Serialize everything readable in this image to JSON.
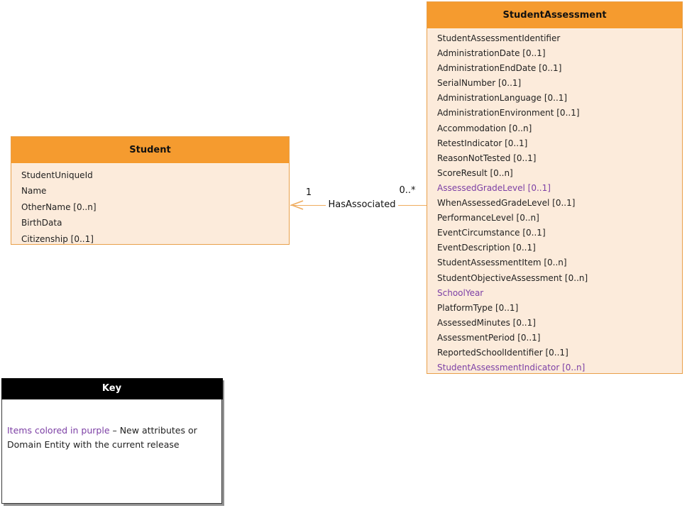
{
  "colors": {
    "header_orange": "#F59B2F",
    "border_orange": "#E9A04A",
    "body_fill": "#FCEBDB",
    "connector_orange": "#EFAC5F",
    "purple": "#7C3FA5",
    "key_header_bg": "#000000",
    "key_text_color": "#ffffff"
  },
  "entities": {
    "student": {
      "title": "Student",
      "attributes": [
        {
          "label": "StudentUniqueId",
          "purple": false
        },
        {
          "label": "Name",
          "purple": false
        },
        {
          "label": "OtherName [0..n]",
          "purple": false
        },
        {
          "label": "BirthData",
          "purple": false
        },
        {
          "label": "Citizenship [0..1]",
          "purple": false
        }
      ]
    },
    "student_assessment": {
      "title": "StudentAssessment",
      "attributes": [
        {
          "label": "StudentAssessmentIdentifier",
          "purple": false
        },
        {
          "label": "AdministrationDate [0..1]",
          "purple": false
        },
        {
          "label": "AdministrationEndDate [0..1]",
          "purple": false
        },
        {
          "label": "SerialNumber [0..1]",
          "purple": false
        },
        {
          "label": "AdministrationLanguage [0..1]",
          "purple": false
        },
        {
          "label": "AdministrationEnvironment [0..1]",
          "purple": false
        },
        {
          "label": "Accommodation [0..n]",
          "purple": false
        },
        {
          "label": "RetestIndicator [0..1]",
          "purple": false
        },
        {
          "label": "ReasonNotTested [0..1]",
          "purple": false
        },
        {
          "label": "ScoreResult [0..n]",
          "purple": false
        },
        {
          "label": "AssessedGradeLevel [0..1]",
          "purple": true
        },
        {
          "label": "WhenAssessedGradeLevel [0..1]",
          "purple": false
        },
        {
          "label": "PerformanceLevel [0..n]",
          "purple": false
        },
        {
          "label": "EventCircumstance [0..1]",
          "purple": false
        },
        {
          "label": "EventDescription [0..1]",
          "purple": false
        },
        {
          "label": "StudentAssessmentItem [0..n]",
          "purple": false
        },
        {
          "label": "StudentObjectiveAssessment [0..n]",
          "purple": false
        },
        {
          "label": "SchoolYear",
          "purple": true
        },
        {
          "label": "PlatformType [0..1]",
          "purple": false
        },
        {
          "label": "AssessedMinutes [0..1]",
          "purple": false
        },
        {
          "label": "AssessmentPeriod [0..1]",
          "purple": false
        },
        {
          "label": "ReportedSchoolIdentifier [0..1]",
          "purple": false
        },
        {
          "label": "StudentAssessmentIndicator [0..n]",
          "purple": true
        }
      ]
    }
  },
  "relationship": {
    "label": "HasAssociated",
    "left_cardinality": "1",
    "right_cardinality": "0..*"
  },
  "key": {
    "title": "Key",
    "purple_segment": "Items colored in purple ",
    "black_segment": "– New attributes or Domain Entity with the current release"
  }
}
